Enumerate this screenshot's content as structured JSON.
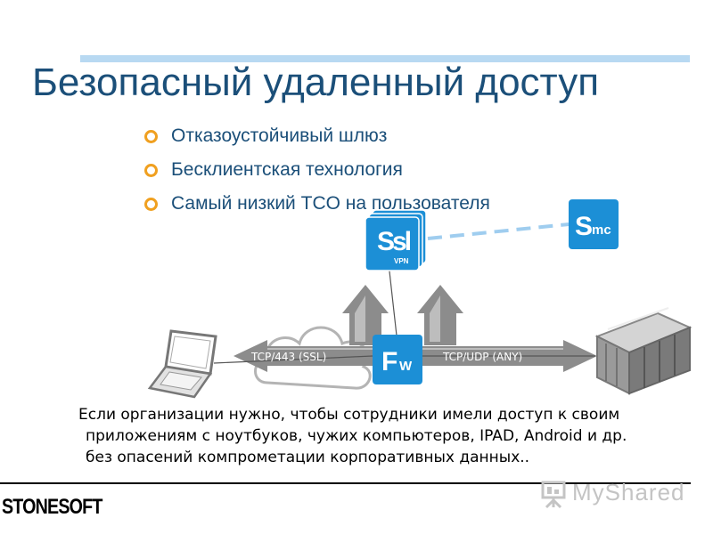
{
  "slide": {
    "title": "Безопасный удаленный доступ",
    "bullets": [
      "Отказоустойчивый шлюз",
      "Бесклиентская технология",
      "Самый низкий TCO на пользователя"
    ],
    "caption_lines": [
      "Если организации нужно, чтобы сотрудники имели доступ к своим",
      "приложениям с ноутбуков, чужих компьютеров, IPAD, Android   и др.",
      "без опасений компрометации корпоративных данных.."
    ],
    "brand": "STONESOFT",
    "watermark": "MyShared"
  },
  "diagram": {
    "ssl_icon": {
      "main": "Ssl",
      "sub": "VPN",
      "icon": "ssl-vpn-icon"
    },
    "smc_icon": {
      "big": "S",
      "small": "mc",
      "icon": "smc-icon"
    },
    "fw_icon": {
      "big": "F",
      "small": "W",
      "icon": "firewall-icon"
    },
    "left_link_label": "TCP/443 (SSL)",
    "right_link_label": "TCP/UDP (ANY)",
    "laptop_icon": "laptop-icon",
    "server_icon": "server-rack-icon",
    "cloud_icon": "cloud-icon"
  },
  "colors": {
    "title": "#1b4f79",
    "bullet": "#f0a020",
    "tile": "#1c8fd6",
    "arrow": "#8c8c8c",
    "dashed_link": "#9fcdef",
    "top_rule": "#b8d9f2"
  }
}
